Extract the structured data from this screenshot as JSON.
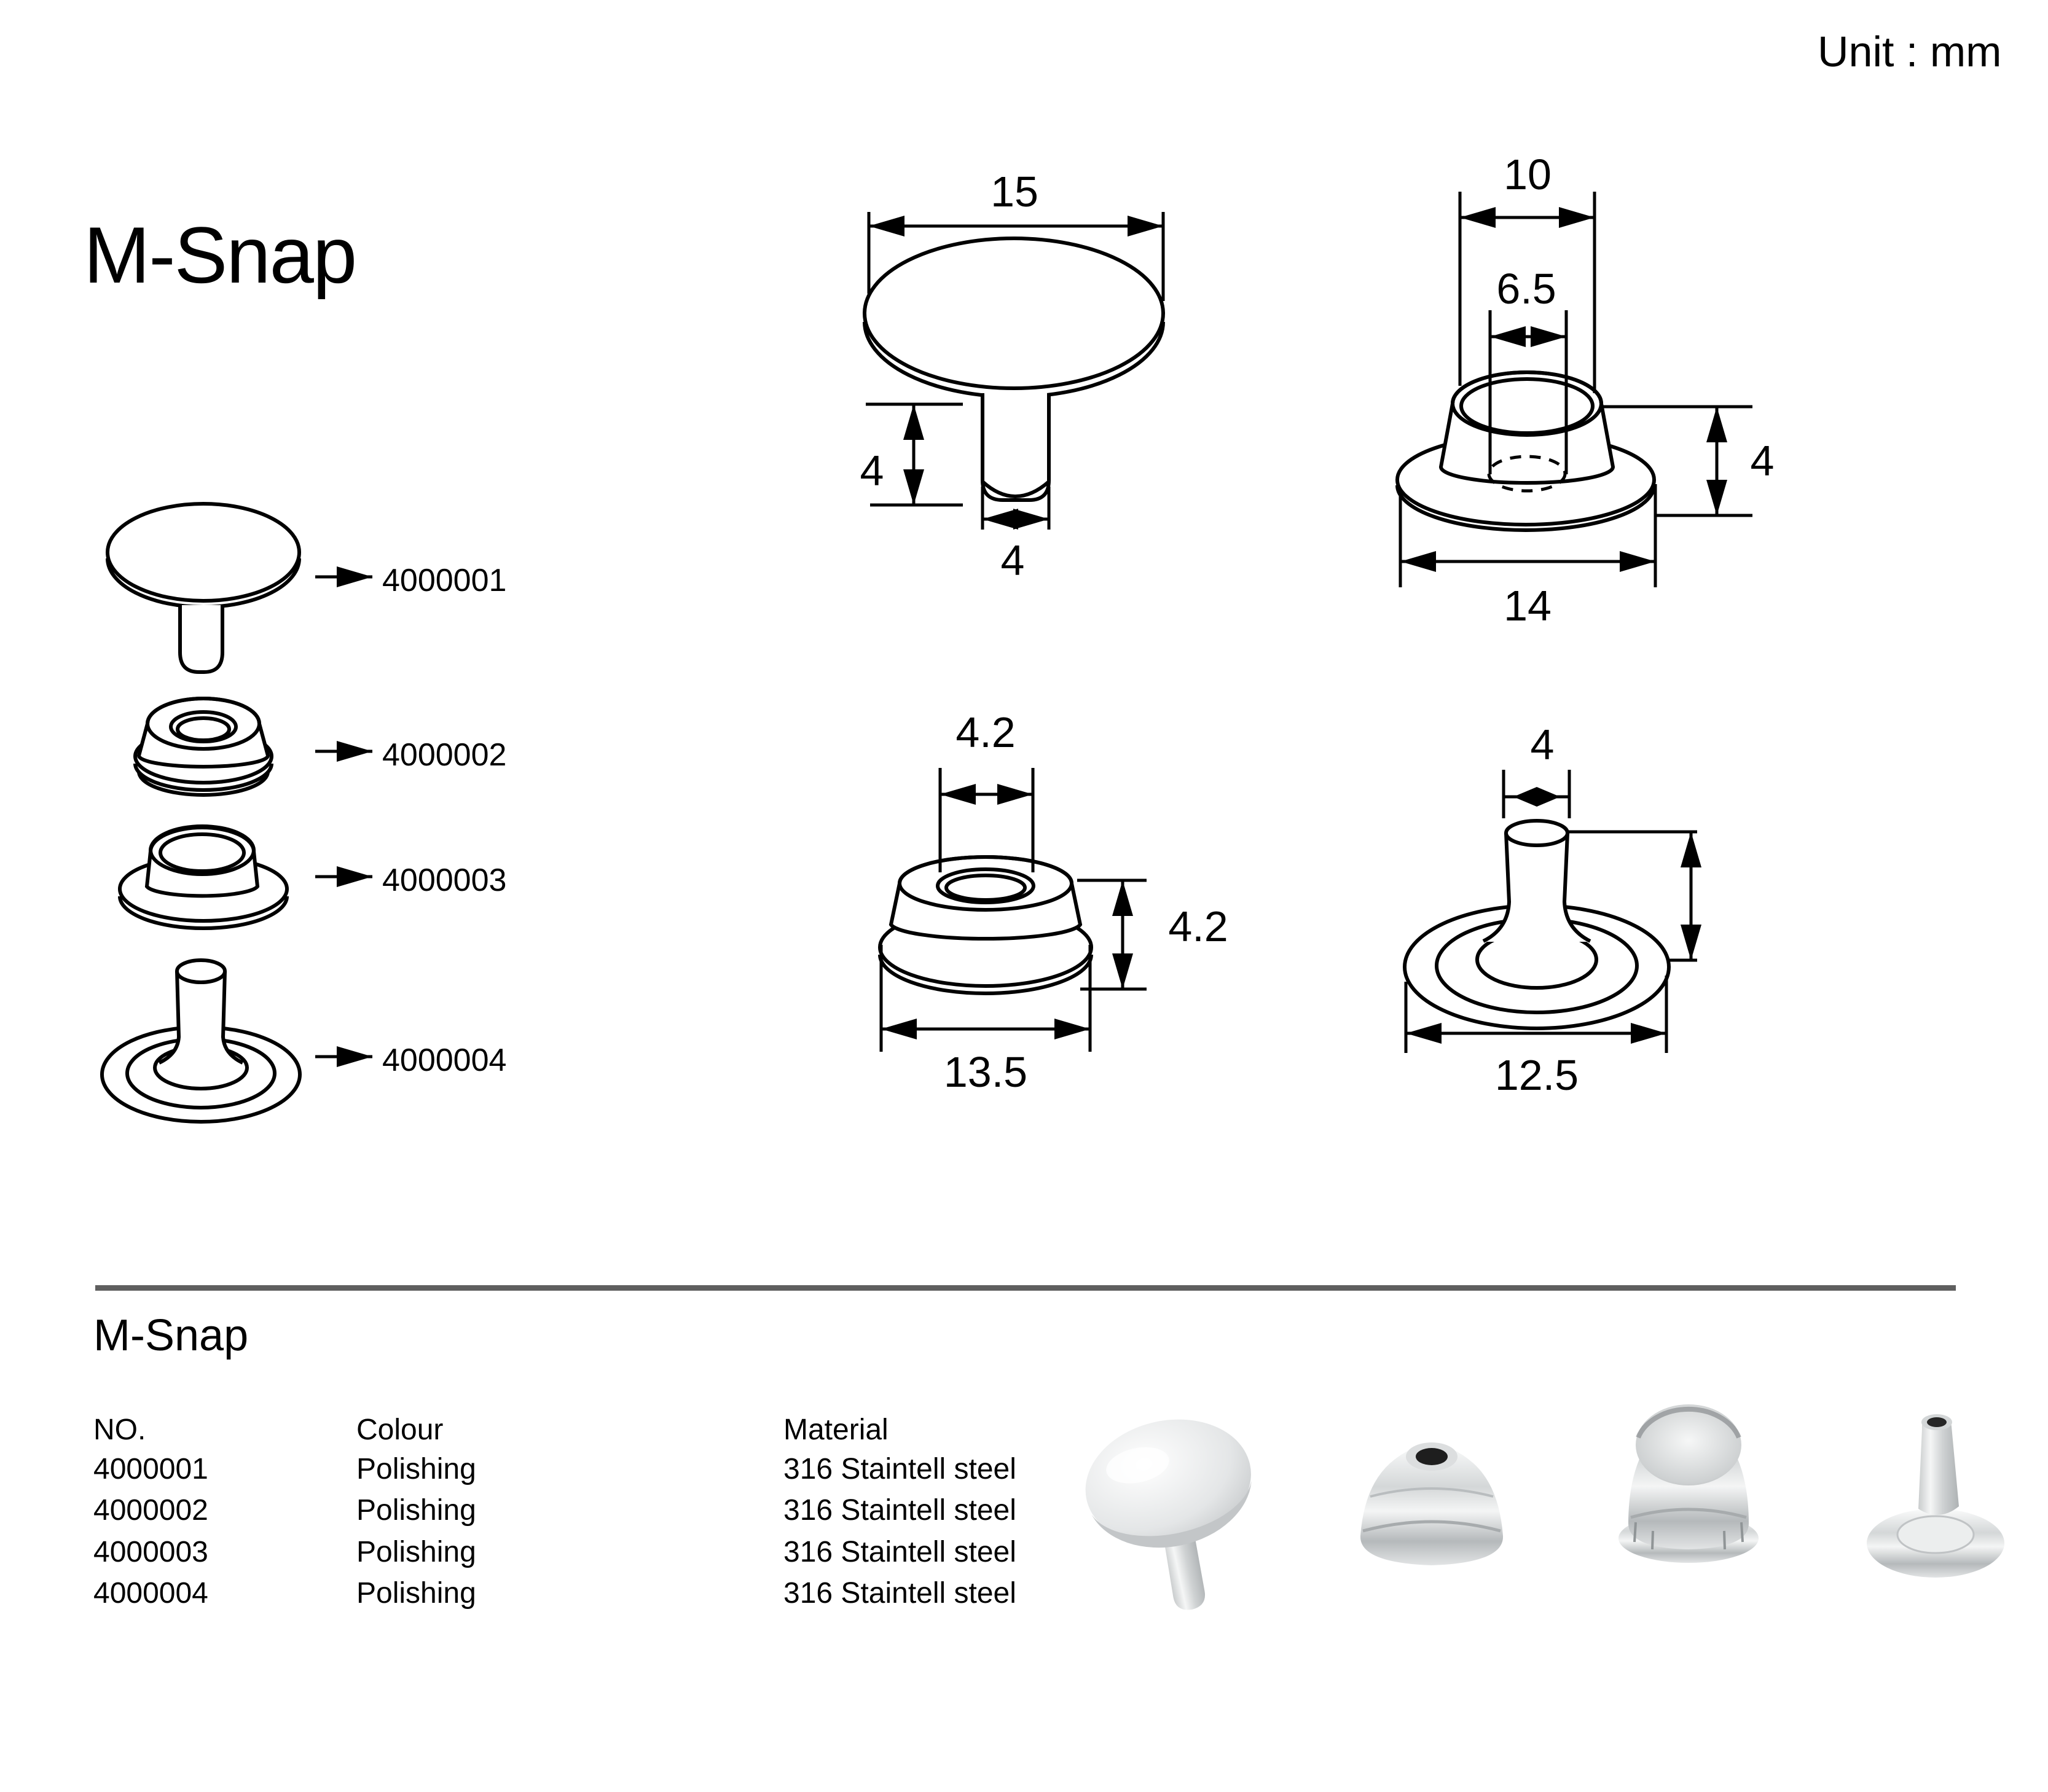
{
  "unit_label": "Unit : mm",
  "title": "M-Snap",
  "exploded": {
    "parts": [
      {
        "no": "4000001"
      },
      {
        "no": "4000002"
      },
      {
        "no": "4000003"
      },
      {
        "no": "4000004"
      }
    ]
  },
  "drawings": {
    "cap": {
      "diameter": "15",
      "stem_height": "4",
      "stem_width": "4"
    },
    "socket": {
      "outer_diameter": "10",
      "inner_diameter": "6.5",
      "height": "4",
      "base_diameter": "14"
    },
    "stud": {
      "hole_diameter": "4.2",
      "height": "4.2",
      "base_diameter": "13.5"
    },
    "eyelet": {
      "tube_diameter": "4",
      "base_diameter": "12.5"
    }
  },
  "table": {
    "section_title": "M-Snap",
    "headers": {
      "no": "NO.",
      "colour": "Colour",
      "material": "Material"
    },
    "rows": [
      {
        "no": "4000001",
        "colour": "Polishing",
        "material": "316 Staintell steel"
      },
      {
        "no": "4000002",
        "colour": "Polishing",
        "material": "316 Staintell steel"
      },
      {
        "no": "4000003",
        "colour": "Polishing",
        "material": "316 Staintell steel"
      },
      {
        "no": "4000004",
        "colour": "Polishing",
        "material": "316 Staintell steel"
      }
    ]
  },
  "colors": {
    "background": "#ffffff",
    "line_art": "#000000",
    "divider": "#5f5f5f",
    "metal_tone": "#d4d7d8"
  }
}
